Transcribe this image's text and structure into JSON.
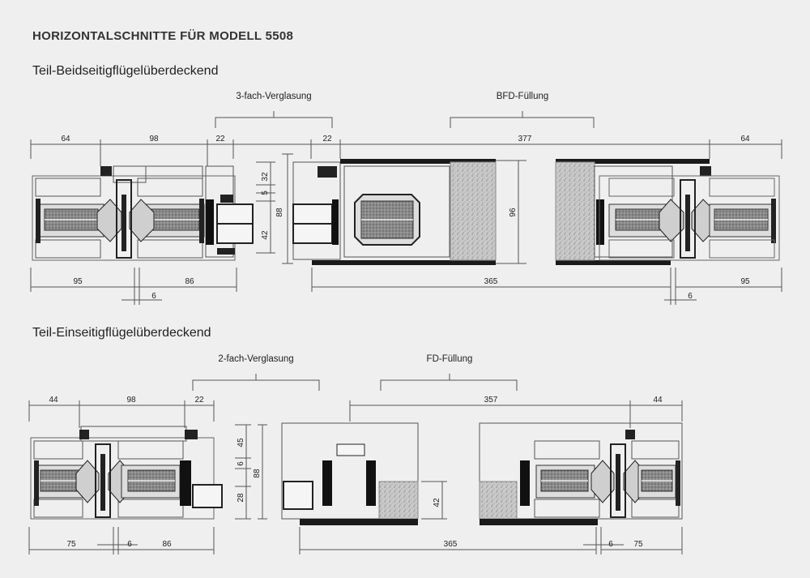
{
  "title": "HORIZONTALSCHNITTE FÜR MODELL 5508",
  "sections": [
    {
      "heading": "Teil-Beidseitigflügelüberdeckend",
      "group_labels": [
        "3-fach-Verglasung",
        "BFD-Füllung"
      ],
      "dims_top": [
        "64",
        "98",
        "22",
        "22",
        "377",
        "64"
      ],
      "dims_bottom": [
        "95",
        "86",
        "6",
        "365",
        "95",
        "6"
      ],
      "dims_vertical": [
        "32",
        "5",
        "42",
        "88",
        "96"
      ]
    },
    {
      "heading": "Teil-Einseitigflügelüberdeckend",
      "group_labels": [
        "2-fach-Verglasung",
        "FD-Füllung"
      ],
      "dims_top": [
        "44",
        "98",
        "22",
        "357",
        "44"
      ],
      "dims_bottom": [
        "75",
        "6",
        "86",
        "365",
        "6",
        "75"
      ],
      "dims_vertical": [
        "45",
        "6",
        "28",
        "88",
        "42"
      ]
    }
  ],
  "colors": {
    "background": "#efefef",
    "line": "#555555",
    "insulation": "#9a9a9a",
    "dark": "#1a1a1a"
  }
}
